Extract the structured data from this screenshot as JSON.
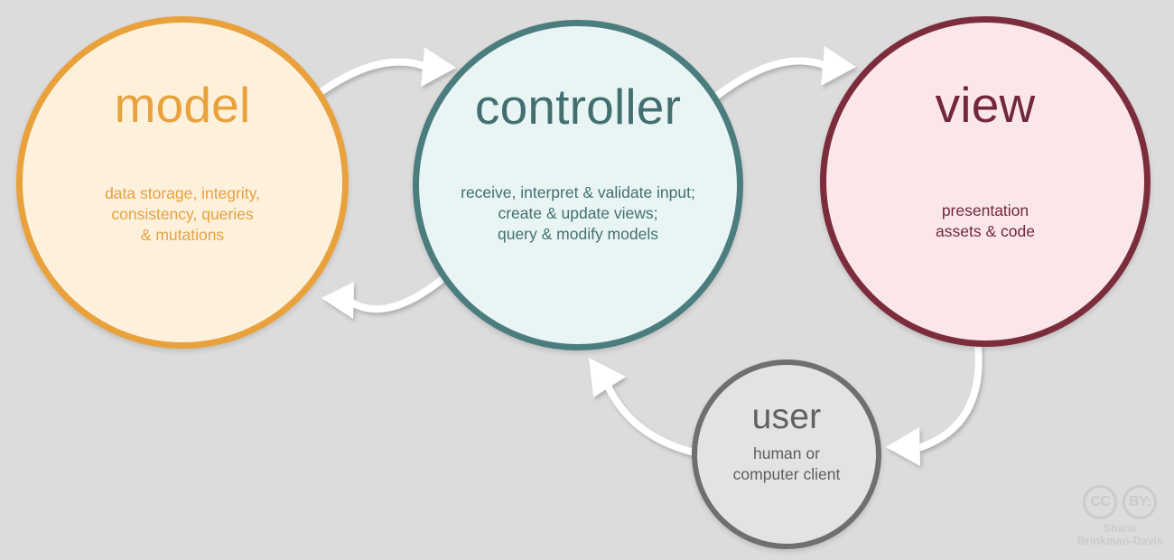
{
  "diagram": {
    "title": "MVC architecture diagram",
    "background_color": "#dcdcdc",
    "nodes": [
      {
        "id": "model",
        "title": "model",
        "description": "data storage, integrity,\nconsistency, queries\n& mutations",
        "border_color": "#e9a13c",
        "fill_color": "#fdf1dc",
        "text_color": "#e9a13c"
      },
      {
        "id": "controller",
        "title": "controller",
        "description": "receive, interpret & validate input;\ncreate & update views;\nquery & modify models",
        "border_color": "#4b7c7e",
        "fill_color": "#e9f5f4",
        "text_color": "#436f71"
      },
      {
        "id": "view",
        "title": "view",
        "description": "presentation\nassets & code",
        "border_color": "#7c2d3c",
        "fill_color": "#fbe7ea",
        "text_color": "#72283a"
      },
      {
        "id": "user",
        "title": "user",
        "description": "human or\ncomputer client",
        "border_color": "#6f6f6f",
        "fill_color": "#e3e3e3",
        "text_color": "#5e5e5e"
      }
    ],
    "arrows": [
      {
        "id": "model-to-controller",
        "from": "model",
        "to": "controller",
        "color": "#ffffff"
      },
      {
        "id": "controller-to-model",
        "from": "controller",
        "to": "model",
        "color": "#ffffff"
      },
      {
        "id": "controller-to-view",
        "from": "controller",
        "to": "view",
        "color": "#ffffff"
      },
      {
        "id": "view-to-user",
        "from": "view",
        "to": "user",
        "color": "#ffffff"
      },
      {
        "id": "user-to-controller",
        "from": "user",
        "to": "controller",
        "color": "#ffffff"
      }
    ]
  },
  "attribution": {
    "cc_label": "CC",
    "by_label": "BY:",
    "name_line1": "Shane",
    "name_line2": "Brinkman-Davis",
    "color": "#b4b4b4"
  }
}
